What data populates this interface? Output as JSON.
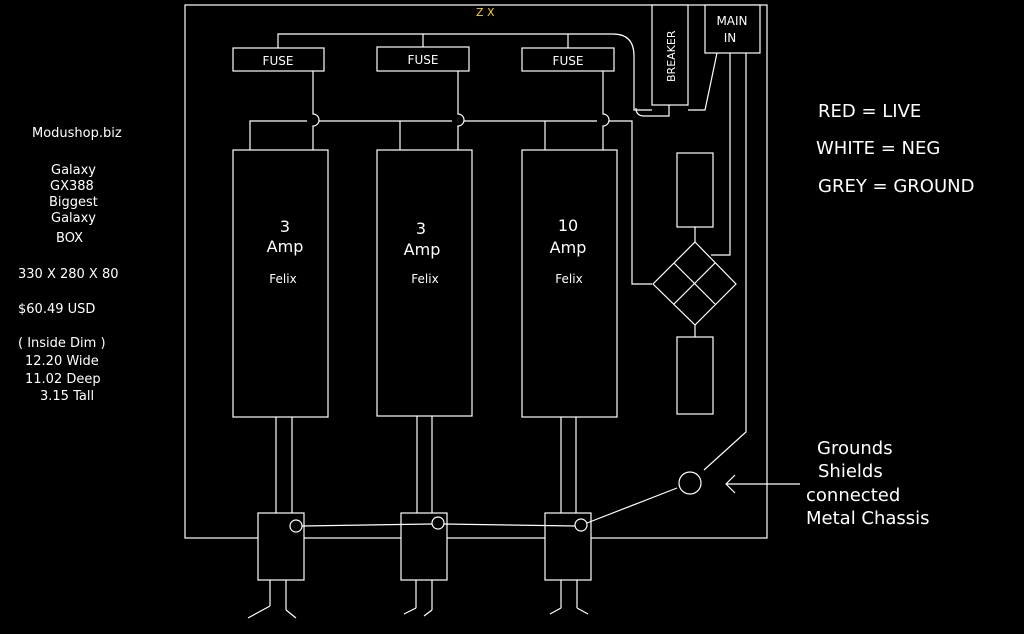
{
  "axis_marks": "Z  X",
  "enclosure_info": {
    "site": "Modushop.biz",
    "model_lines": [
      "Galaxy",
      "GX388",
      "Biggest",
      "Galaxy",
      "BOX"
    ],
    "dimensions": "330 X 280 X 80",
    "price": "$60.49 USD",
    "inside_dim_title": "( Inside Dim )",
    "inside_dims": [
      "12.20 Wide",
      "11.02 Deep",
      "3.15 Tall"
    ]
  },
  "fuse_label": "FUSE",
  "breaker_label": "BREAKER",
  "main_in_lines": [
    "MAIN",
    "IN"
  ],
  "supplies": [
    {
      "amps": "3",
      "unit": "Amp",
      "maker": "Felix"
    },
    {
      "amps": "3",
      "unit": "Amp",
      "maker": "Felix"
    },
    {
      "amps": "10",
      "unit": "Amp",
      "maker": "Felix"
    }
  ],
  "legend": [
    "RED = LIVE",
    "WHITE = NEG",
    "GREY = GROUND"
  ],
  "ground_note": [
    "Grounds",
    "Shields",
    "connected",
    "Metal Chassis"
  ],
  "colors": {
    "background": "#000000",
    "line": "#ffffff",
    "axis_marks": "#ffd400"
  }
}
